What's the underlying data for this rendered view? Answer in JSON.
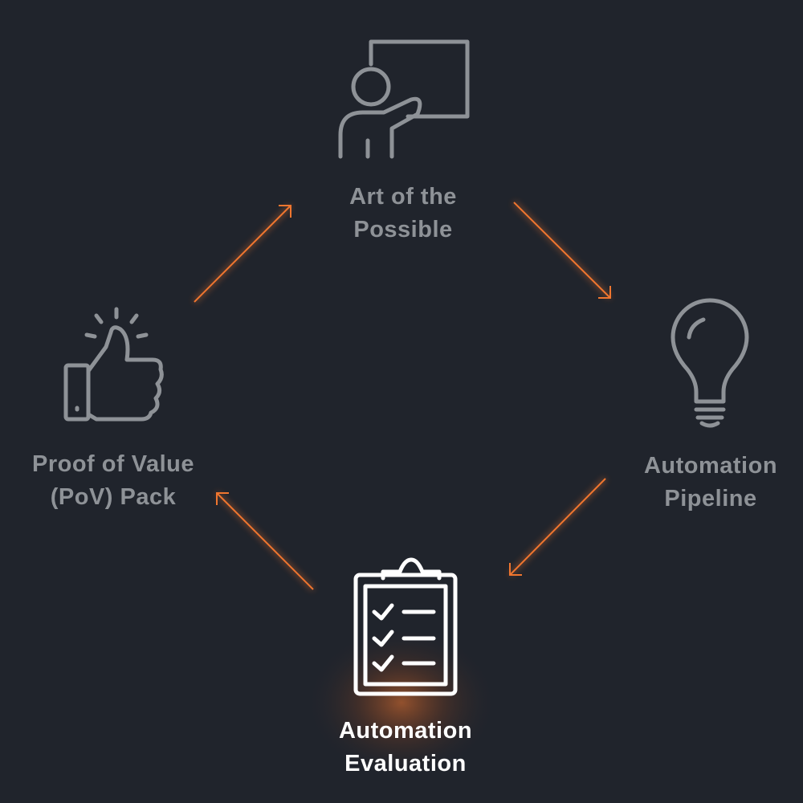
{
  "colors": {
    "background": "#20242c",
    "inactive": "#8e9297",
    "active": "#ffffff",
    "accent": "#f0762f"
  },
  "nodes": [
    {
      "id": "top",
      "icon": "presenter-whiteboard-icon",
      "lines": [
        "Art of the",
        "Possible"
      ],
      "active": false
    },
    {
      "id": "right",
      "icon": "lightbulb-icon",
      "lines": [
        "Automation",
        "Pipeline"
      ],
      "active": false
    },
    {
      "id": "bottom",
      "icon": "clipboard-checklist-icon",
      "lines": [
        "Automation",
        "Evaluation"
      ],
      "active": true
    },
    {
      "id": "left",
      "icon": "thumbs-up-icon",
      "lines": [
        "Proof of Value",
        "(PoV) Pack"
      ],
      "active": false
    }
  ],
  "edges": [
    {
      "from": "left",
      "to": "top"
    },
    {
      "from": "top",
      "to": "right"
    },
    {
      "from": "right",
      "to": "bottom"
    },
    {
      "from": "bottom",
      "to": "left"
    }
  ]
}
